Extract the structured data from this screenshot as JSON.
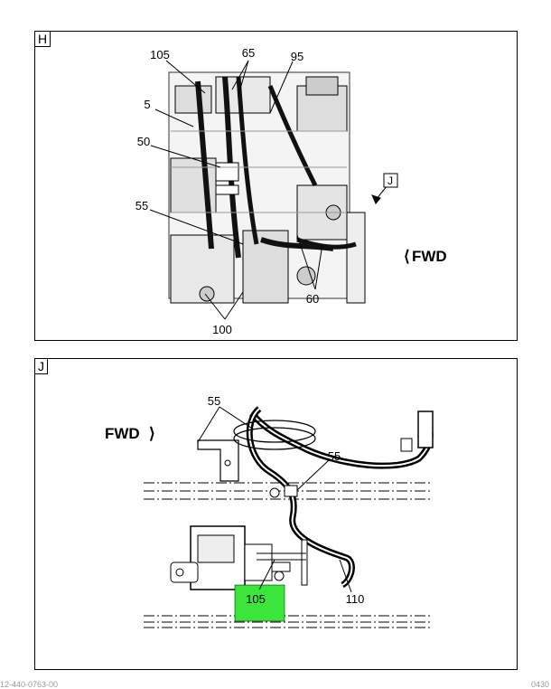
{
  "panels": {
    "H": {
      "tag": "H",
      "callouts": {
        "c105": "105",
        "c65": "65",
        "c95": "95",
        "c5": "5",
        "c50": "50",
        "c55": "55",
        "c100": "100",
        "c60": "60",
        "view_ref": "J"
      },
      "fwd_label": "FWD",
      "fwd_arrow": "⟨"
    },
    "J": {
      "tag": "J",
      "callouts": {
        "c55_top": "55",
        "c55_mid": "55",
        "c110": "110",
        "c105": "105"
      },
      "fwd_label": "FWD",
      "fwd_arrow": "⟩",
      "highlight_color": "#39e639"
    }
  },
  "footer": {
    "left": "12-440-0763-00",
    "right": "0430"
  }
}
